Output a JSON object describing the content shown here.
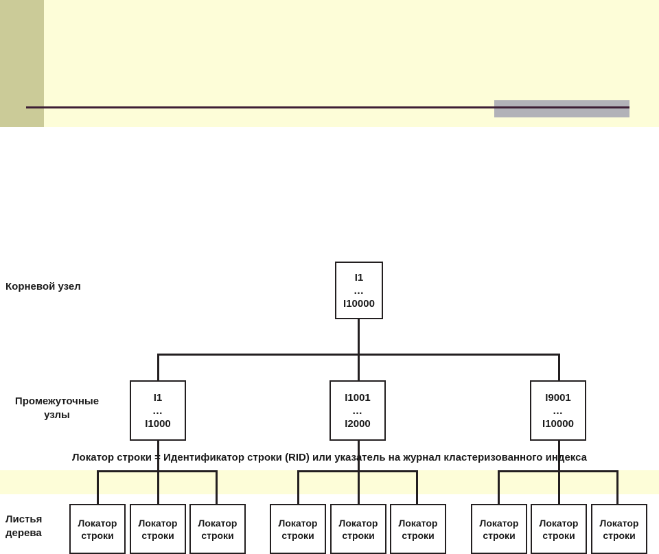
{
  "slide": {
    "background_color": "#ffffff",
    "header": {
      "band_color": "#fdfdd8",
      "olive_bar_color": "#cbcb98",
      "rule_color": "#3d1f35",
      "gray_accent_color": "#b2b2b8"
    },
    "footer_band_color": "#fdfdd8"
  },
  "diagram": {
    "type": "b-tree-index",
    "line_color": "#231f20",
    "node_fill": "#ffffff",
    "row_labels": {
      "root": "Корневой узел",
      "internal": "Промежуточные\nузлы",
      "leaf": "Листья\nдерева"
    },
    "root": {
      "top": "I1",
      "dots": "…",
      "bottom": "I10000"
    },
    "internal": [
      {
        "top": "I1",
        "dots": "…",
        "bottom": "I1000"
      },
      {
        "top": "I1001",
        "dots": "…",
        "bottom": "I2000"
      },
      {
        "top": "I9001",
        "dots": "…",
        "bottom": "I10000"
      }
    ],
    "leaf_label": {
      "line1": "Локатор",
      "line2": "строки"
    },
    "leaves": [
      {
        "line1": "Локатор",
        "line2": "строки"
      },
      {
        "line1": "Локатор",
        "line2": "строки"
      },
      {
        "line1": "Локатор",
        "line2": "строки"
      },
      {
        "line1": "Локатор",
        "line2": "строки"
      },
      {
        "line1": "Локатор",
        "line2": "строки"
      },
      {
        "line1": "Локатор",
        "line2": "строки"
      },
      {
        "line1": "Локатор",
        "line2": "строки"
      },
      {
        "line1": "Локатор",
        "line2": "строки"
      },
      {
        "line1": "Локатор",
        "line2": "строки"
      }
    ],
    "caption": "Локатор строки = Идентификатор строки (RID) или указатель на журнал кластеризованного индекса"
  }
}
